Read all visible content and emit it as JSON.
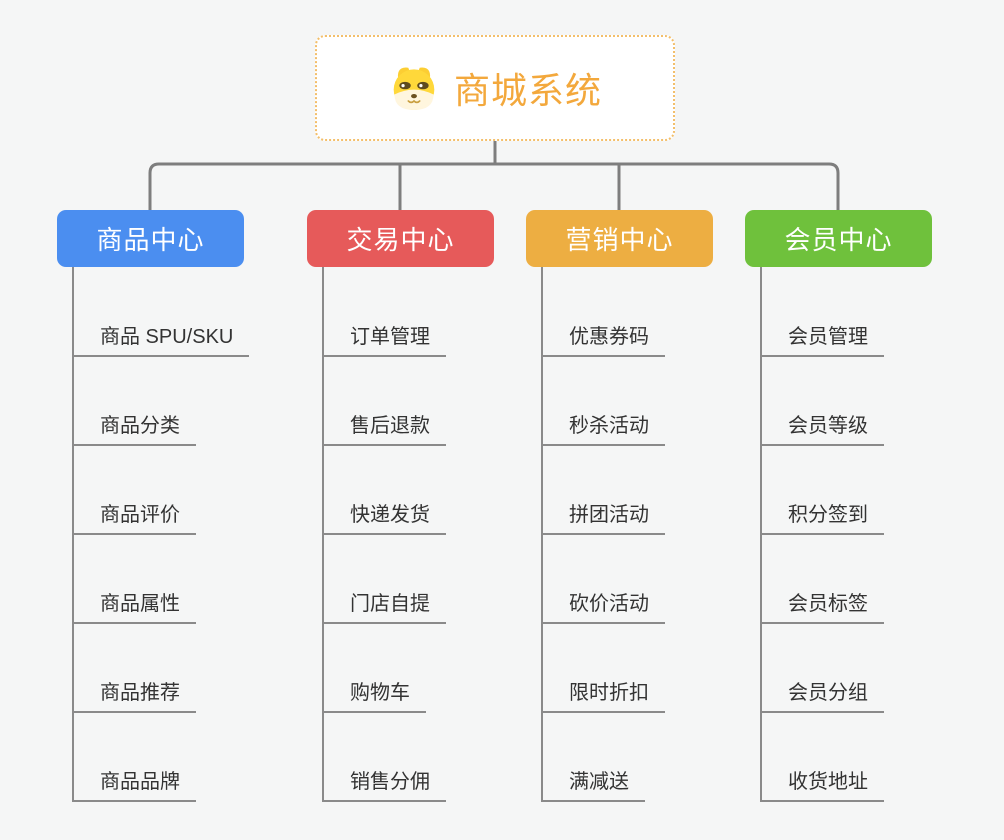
{
  "page": {
    "background": "#f5f6f6"
  },
  "root": {
    "title": "商城系统",
    "icon": "dog-face-emoji",
    "title_color": "#f3a83c",
    "border_color": "#f3bf6b"
  },
  "colors": {
    "connector_line": "#7e7e7e",
    "branch_line": "#8a8a8a",
    "subtopic_text": "#333333"
  },
  "branches": [
    {
      "label": "商品中心",
      "color": "#4b8ef0",
      "children": [
        "商品 SPU/SKU",
        "商品分类",
        "商品评价",
        "商品属性",
        "商品推荐",
        "商品品牌"
      ]
    },
    {
      "label": "交易中心",
      "color": "#e65a5a",
      "children": [
        "订单管理",
        "售后退款",
        "快递发货",
        "门店自提",
        "购物车",
        "销售分佣"
      ]
    },
    {
      "label": "营销中心",
      "color": "#edae42",
      "children": [
        "优惠券码",
        "秒杀活动",
        "拼团活动",
        "砍价活动",
        "限时折扣",
        "满减送"
      ]
    },
    {
      "label": "会员中心",
      "color": "#6fc13c",
      "children": [
        "会员管理",
        "会员等级",
        "积分签到",
        "会员标签",
        "会员分组",
        "收货地址"
      ]
    }
  ]
}
